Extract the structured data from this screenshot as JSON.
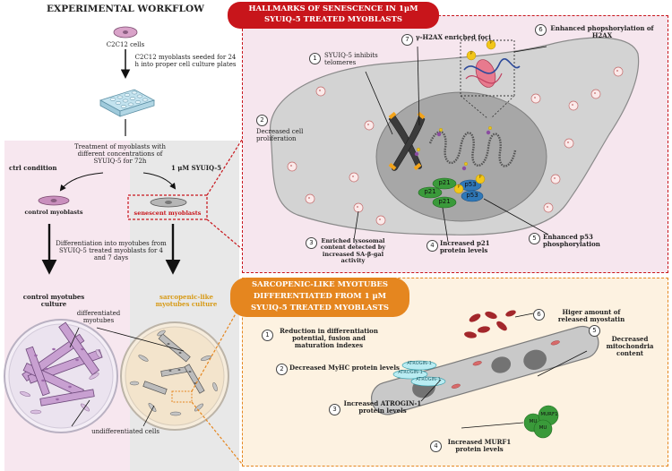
{
  "workflow": {
    "title": "EXPERIMENTAL WORKFLOW",
    "c2c12_cells": "C2C12 cells",
    "seeding": "C2C12 myoblasts seeded for 24 h into proper cell culture plates",
    "treatment": "Treatment of myoblasts with different concentrations of SYUIQ-5 for 72h",
    "ctrl_condition": "ctrl condition",
    "syuiq_condition": "1 μM SYUIQ-5",
    "control_myoblasts": "control myoblasts",
    "senescent_myoblasts": "senescent myoblasts",
    "differentiation": "Differentiation into myotubes from SYUIQ-5 treated myoblasts for 4 and 7 days",
    "control_myotubes": "control myotubes culture",
    "sarcopenic_myotubes": "sarcopenic-like myotubes culture",
    "differentiated_myotubes": "differentiated myotubes",
    "undifferentiated_cells": "undifferentiated cells"
  },
  "senescence": {
    "banner": "HALLMARKS OF SENESCENCE IN 1μM SYUIQ-5 TREATED MYOBLASTS",
    "items": [
      {
        "n": "1",
        "text": "SYUIQ-5 inhibits telomeres"
      },
      {
        "n": "2",
        "text": "Decreased cell proliferation"
      },
      {
        "n": "3",
        "text": "Enriched lysosomal content detected by increased SA-β-gal activity"
      },
      {
        "n": "4",
        "text": "Increased p21 protein levels"
      },
      {
        "n": "5",
        "text": "Enhanced p53 phosphorylation"
      },
      {
        "n": "6",
        "text": "Enhanced phopshorylation of H2AX"
      },
      {
        "n": "7",
        "text": "γ-H2AX enriched foci"
      }
    ],
    "p21_label": "p21",
    "p53_label": "p53",
    "phospho_label": "P"
  },
  "sarcopenic": {
    "banner": "SARCOPENIC-LIKE MYOTUBES DIFFERENTIATED FROM 1 μM SYUIQ-5 TREATED MYOBLASTS",
    "items": [
      {
        "n": "1",
        "text": "Reduction in differentiation potential, fusion and maturation indexes"
      },
      {
        "n": "2",
        "text": "Decreased MyHC protein levels"
      },
      {
        "n": "3",
        "text": "Increased ATROGIN-1 protein levels"
      },
      {
        "n": "4",
        "text": "Increased MURF1 protein levels"
      },
      {
        "n": "5",
        "text": "Decreased mitochondria content"
      },
      {
        "n": "6",
        "text": "Higer amount of released myostatin"
      }
    ],
    "atrogin_label": "ATROGIN-1",
    "murf_label": "MURF1",
    "mu_label": "MU"
  },
  "colors": {
    "red_banner": "#c8151b",
    "orange_banner": "#e5861f",
    "pink_panel": "#f6e6ee",
    "cream_panel": "#fdf2e1",
    "nucleus": "#9e9e9e",
    "p21_green": "#3a9a3a",
    "p53_blue": "#2f78b8"
  }
}
